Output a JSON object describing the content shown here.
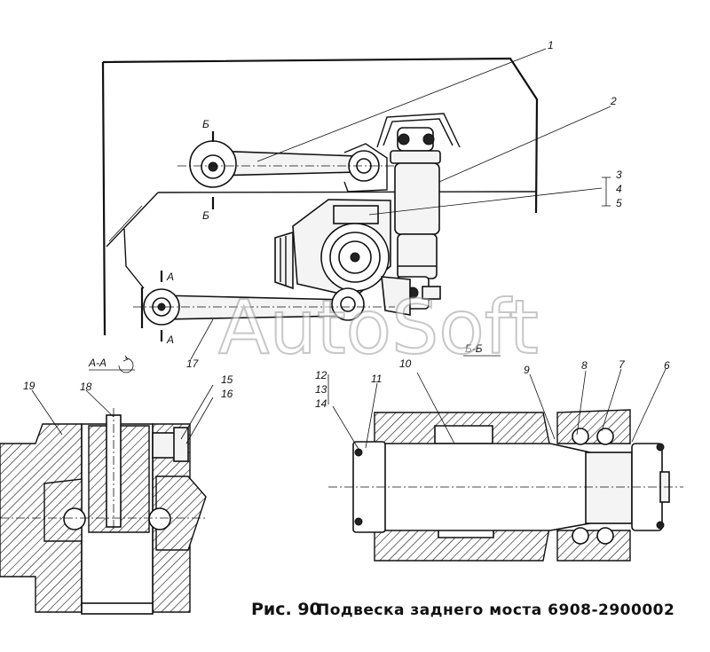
{
  "labels": {
    "l1": "1",
    "l2": "2",
    "l3": "3",
    "l4": "4",
    "l5": "5",
    "l6": "6",
    "l7": "7",
    "l8": "8",
    "l9": "9",
    "l10": "10",
    "l11": "11",
    "l12": "12",
    "l13": "13",
    "l14": "14",
    "l15": "15",
    "l16": "16",
    "l17": "17",
    "l18": "18",
    "l19": "19"
  },
  "sections": {
    "b_top": "Б",
    "b_bottom": "Б",
    "a_top": "А",
    "a_bottom": "А",
    "aa_title": "А-А",
    "bb_title": "Б-Б"
  },
  "watermark": "AutoSoft",
  "caption": {
    "figure": "Рис. 90",
    "text": "Подвеска заднего моста 6908-2900002"
  }
}
